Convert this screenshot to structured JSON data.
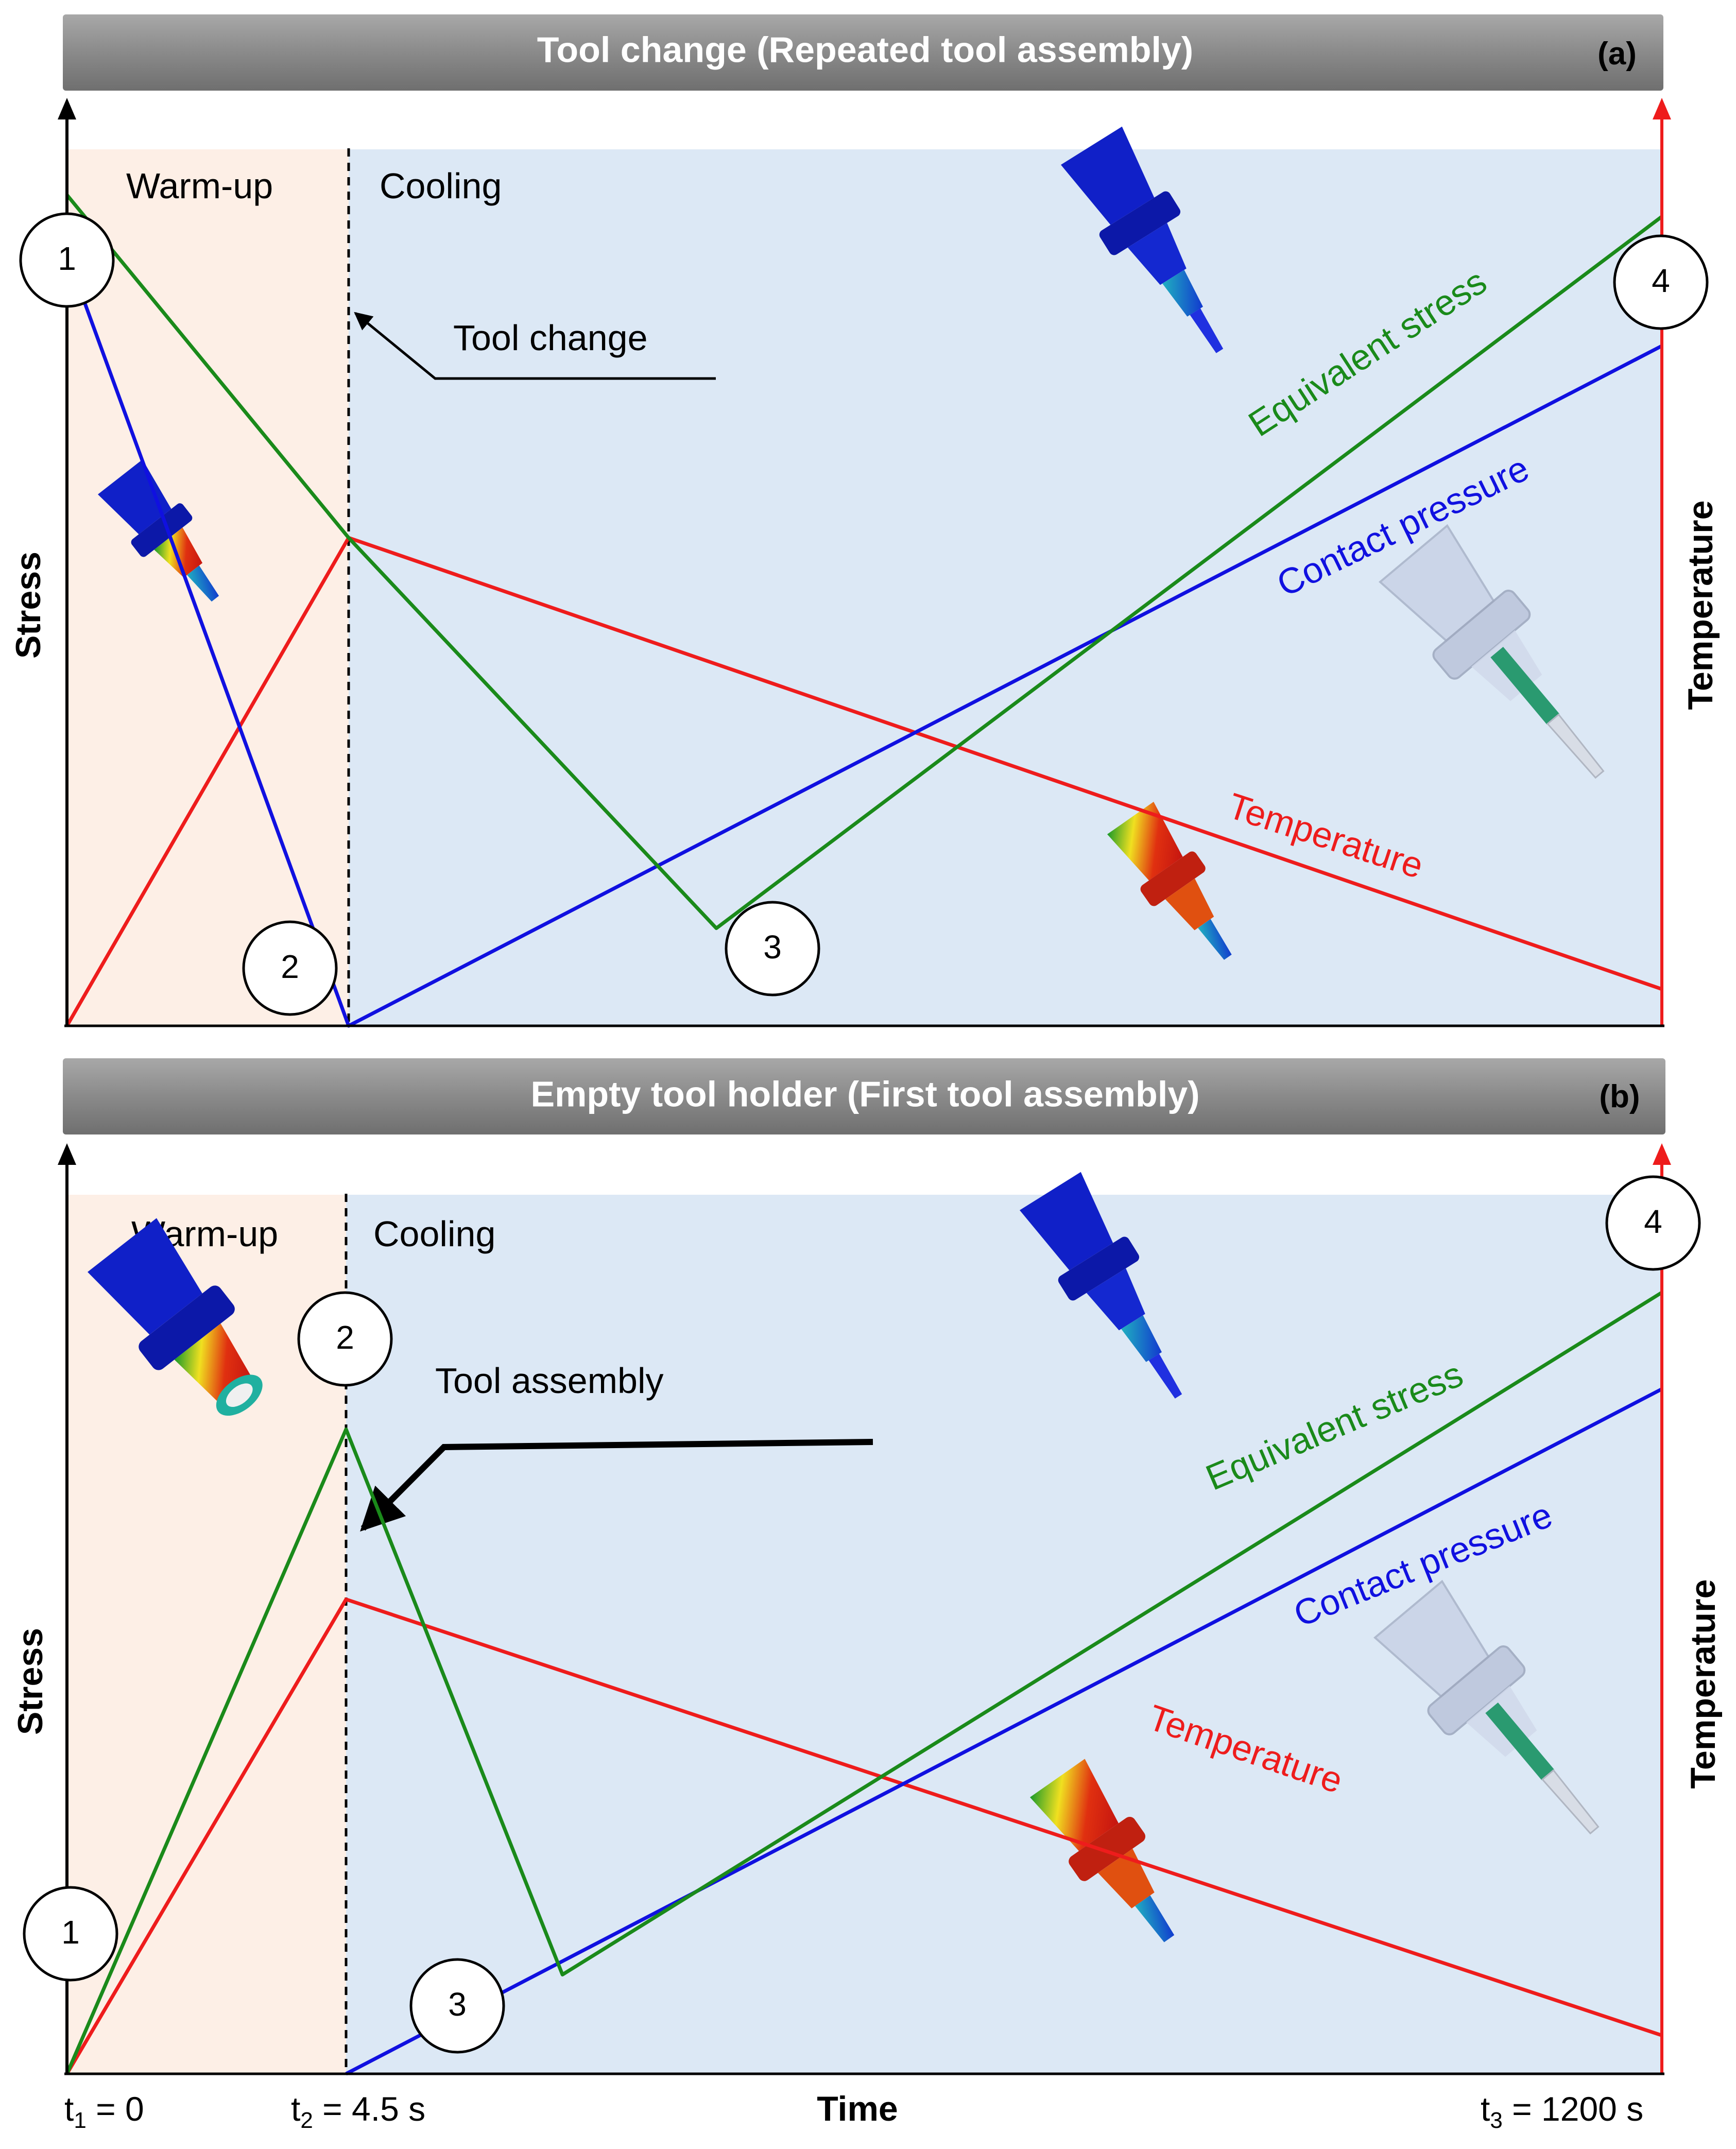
{
  "colors": {
    "equivalent_stress": "#1a8a1a",
    "contact_pressure": "#1010e0",
    "temperature": "#ee1c1c",
    "warmup_bg": "#fdefe6",
    "cooling_bg": "#dce8f5",
    "banner": "#8c8c8c"
  },
  "time_axis": {
    "label": "Time",
    "ticks": [
      {
        "main": "t",
        "sub": "1",
        "rest": " = 0"
      },
      {
        "main": "t",
        "sub": "2",
        "rest": " = 4.5 s"
      },
      {
        "main": "t",
        "sub": "3",
        "rest": " = 1200 s"
      }
    ]
  },
  "panels": [
    {
      "id": "a",
      "banner": "Tool change (Repeated tool assembly)",
      "tag": "(a)",
      "left_axis_label": "Stress",
      "right_axis_label": "Temperature",
      "phases": {
        "warmup": "Warm-up",
        "cooling": "Cooling"
      },
      "annotation": "Tool change",
      "curves": {
        "equivalent_stress": {
          "label": "Equivalent stress",
          "points": [
            [
              0,
              0.996
            ],
            [
              4.5,
              0.585
            ],
            [
              10.8,
              0.117
            ],
            [
              27,
              0.97
            ]
          ]
        },
        "contact_pressure": {
          "label": "Contact pressure",
          "points": [
            [
              0,
              0.925
            ],
            [
              4.5,
              0.0
            ],
            [
              27,
              0.815
            ]
          ]
        },
        "temperature": {
          "label": "Temperature",
          "points": [
            [
              0,
              0.0
            ],
            [
              4.5,
              0.585
            ],
            [
              27,
              0.044
            ]
          ]
        }
      },
      "markers": [
        "1",
        "2",
        "3",
        "4"
      ],
      "icons": [
        "holder-blue-icon",
        "holder-deformed-icon",
        "holder-ghost-icon",
        "holder-hot-icon"
      ]
    },
    {
      "id": "b",
      "banner": "Empty tool holder (First tool assembly)",
      "tag": "(b)",
      "left_axis_label": "Stress",
      "right_axis_label": "Temperature",
      "phases": {
        "warmup": "Warm-up",
        "cooling": "Cooling"
      },
      "annotation": "Tool assembly",
      "curves": {
        "equivalent_stress": {
          "label": "Equivalent stress",
          "points": [
            [
              0,
              0.0
            ],
            [
              4.5,
              0.754
            ],
            [
              8.2,
              0.116
            ],
            [
              27,
              0.914
            ]
          ]
        },
        "contact_pressure": {
          "label": "Contact pressure",
          "points": [
            [
              4.5,
              0.0
            ],
            [
              27,
              0.801
            ]
          ]
        },
        "temperature": {
          "label": "Temperature",
          "points": [
            [
              0,
              0.0
            ],
            [
              4.5,
              0.555
            ],
            [
              27,
              0.045
            ]
          ]
        }
      },
      "markers": [
        "1",
        "2",
        "3",
        "4"
      ],
      "icons": [
        "holder-hot-open-icon",
        "holder-blue-icon",
        "holder-ghost-icon",
        "holder-hot-icon"
      ]
    }
  ]
}
